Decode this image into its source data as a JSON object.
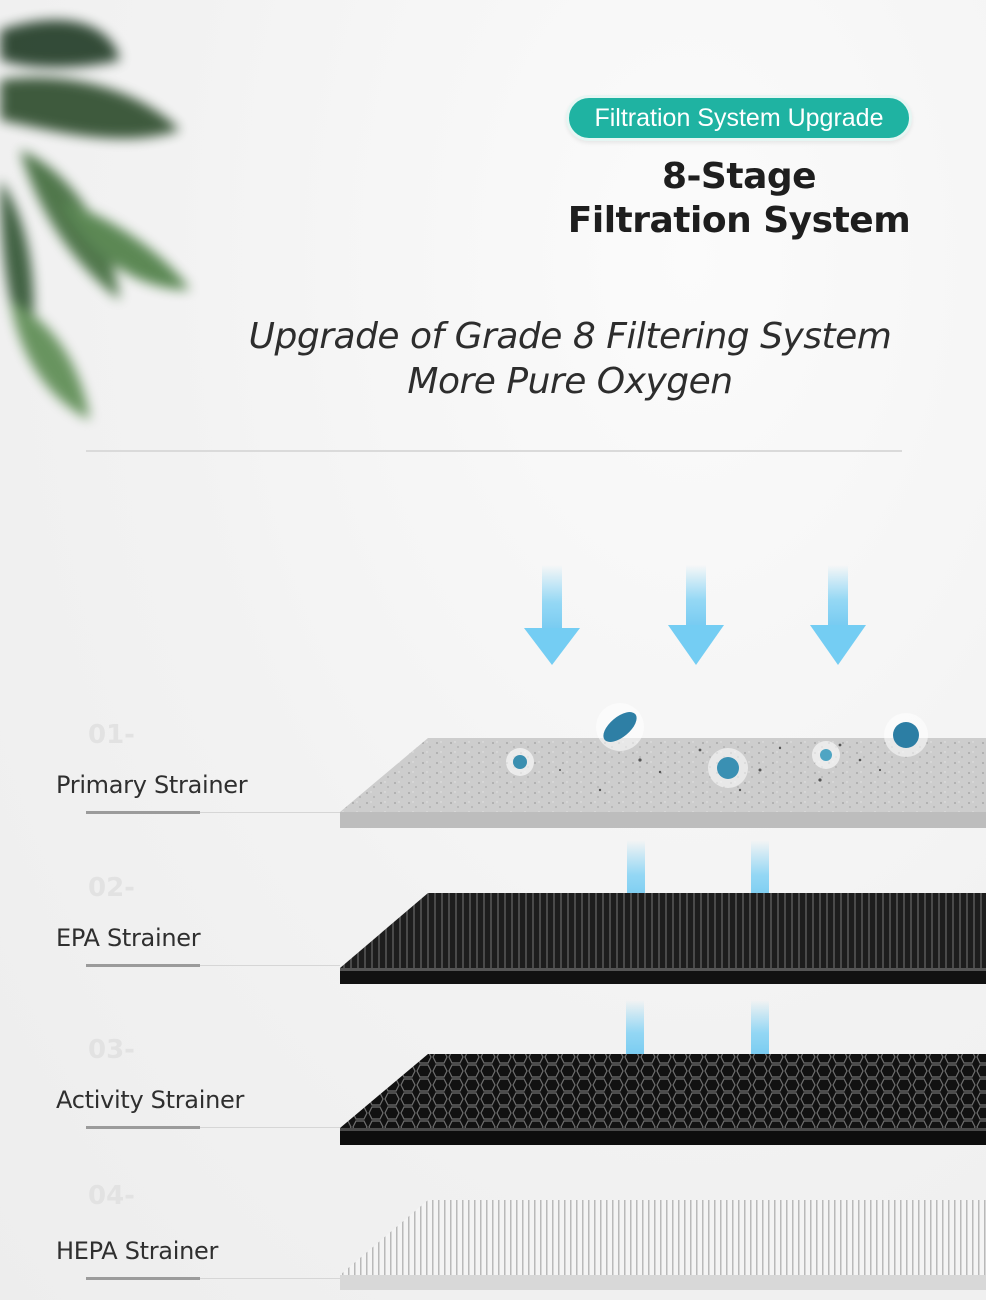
{
  "header": {
    "badge": "Filtration System Upgrade",
    "title_line1": "8-Stage",
    "title_line2": "Filtration System",
    "subtitle_line1": "Upgrade of Grade 8 Filtering System",
    "subtitle_line2": "More Pure Oxygen"
  },
  "stages": [
    {
      "number": "01-",
      "label": "Primary Strainer"
    },
    {
      "number": "02-",
      "label": "EPA Strainer"
    },
    {
      "number": "03-",
      "label": "Activity Strainer"
    },
    {
      "number": "04-",
      "label": "HEPA Strainer"
    }
  ],
  "colors": {
    "accent": "#1fb3a2",
    "arrow": "#7cd0f4",
    "primary_layer": "#cfcfcf",
    "epa_layer": "#1c1c1c",
    "activity_layer": "#141414",
    "hepa_layer": "#f0f0f0"
  },
  "icons": [
    "leaf-plant-icon",
    "airflow-arrow-icon",
    "bacteria-particle-icon"
  ]
}
